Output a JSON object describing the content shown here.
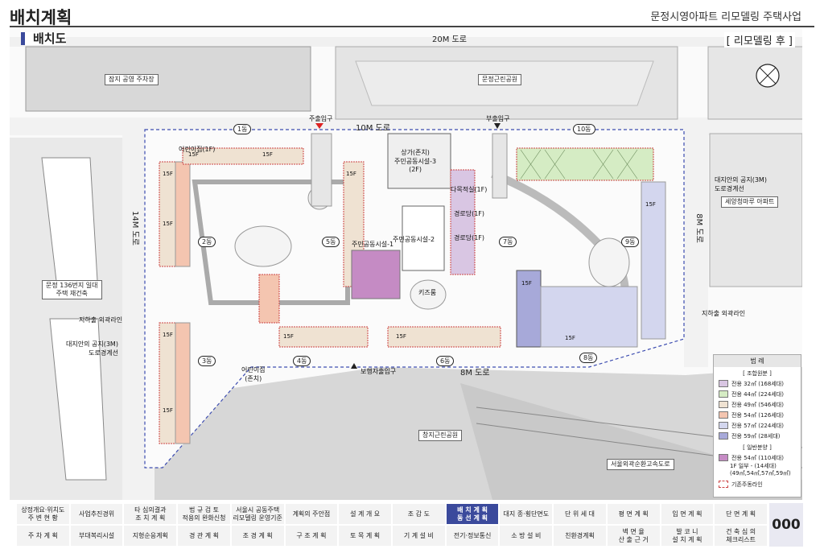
{
  "header": {
    "title": "배치계획",
    "subtitle": "문정시영아파트 리모델링 주택사업"
  },
  "section": {
    "title": "배치도",
    "badge": "[ 리모델링 후 ]"
  },
  "roads": {
    "north20": "20M 도로",
    "north10": "10M 도로",
    "south8": "8M 도로",
    "west14": "14M 도로",
    "east8": "8M 도로"
  },
  "places": {
    "parking": "잠지 공영 주차장",
    "park_north": "문정근린공원",
    "park_south": "창지근린공원",
    "west_area": "문정 136번지 일대\n주택 재건축",
    "east_apt": "세양청마루 아파트",
    "highway": "서울외곽순환고속도로",
    "entrance_main": "주출입구",
    "entrance_sub": "부출입구",
    "entrance_walk": "보행자출입구",
    "commerce": "상가(존치)\n주민공동시설-3\n(2F)",
    "community1": "주민공동시설-1",
    "community2": "주민공동시설-2",
    "playroom": "키즈룸",
    "kinder": "어린이집(1F)",
    "kinder2": "어린이집\n(존치)",
    "facility_a": "다목적실(1F)",
    "facility_b": "경로당(1F)",
    "facility_c": "경로당(1F)",
    "setback_e": "대지안의 공지(3M)\n도로경계선",
    "setback_w": "대지안의 공지(3M)\n도로경계선",
    "underground_w": "지하출 외곽라인",
    "underground_e": "지하출 외곽라인"
  },
  "dong": [
    "1동",
    "2동",
    "3동",
    "4동",
    "5동",
    "6동",
    "7동",
    "8동",
    "9동",
    "10동"
  ],
  "floor": "15F",
  "legend": {
    "title": "범 례",
    "group1": "[ 조합원분 ]",
    "items": [
      {
        "label": "전용 32㎡ (168세대)",
        "color": "#d9c6e3"
      },
      {
        "label": "전용 44㎡ (224세대)",
        "color": "#d5ecc4"
      },
      {
        "label": "전용 49㎡ (546세대)",
        "color": "#efe2d2"
      },
      {
        "label": "전용 54㎡ (126세대)",
        "color": "#f4c5b0"
      },
      {
        "label": "전용 57㎡ (224세대)",
        "color": "#d3d6ee"
      },
      {
        "label": "전용 59㎡ (28세대)",
        "color": "#a7a9d9"
      }
    ],
    "group2": "[ 일반분양 ]",
    "sale": {
      "label": "전용 54㎡ (110세대)",
      "color": "#c58bc4"
    },
    "note1": "1F 일부 - (14세대)",
    "note2": "(49㎡,54㎡,57㎡,59㎡)",
    "boundary": "기존주동라인"
  },
  "nav": [
    {
      "label": "상정개요·위치도\n주 변 현 황"
    },
    {
      "label": "사업추진경위"
    },
    {
      "label": "타 심의결과\n조 치 계 획"
    },
    {
      "label": "법 규 검 토\n적용의 완화신청"
    },
    {
      "label": "서울시 공동주택\n리모델링 운영기준"
    },
    {
      "label": "계획의 주안점"
    },
    {
      "label": "설 계 개 요"
    },
    {
      "label": "조 감 도"
    },
    {
      "label": "배 치 계 획\n동 선 계 획",
      "active": true
    },
    {
      "label": "대지 종·횡단면도"
    },
    {
      "label": "단 위 세 대"
    },
    {
      "label": "평 면 계 획"
    },
    {
      "label": "입 면 계 획"
    },
    {
      "label": "단 면 계 획"
    },
    {
      "label": "주 차 계 획"
    },
    {
      "label": "부대복리시설"
    },
    {
      "label": "지형순응계획"
    },
    {
      "label": "경 관 계 획"
    },
    {
      "label": "조 경 계 획"
    },
    {
      "label": "구 조 계 획"
    },
    {
      "label": "토 목 계 획"
    },
    {
      "label": "기 계 설 비"
    },
    {
      "label": "전기·정보통신"
    },
    {
      "label": "소 방 설 비"
    },
    {
      "label": "친환경계획"
    },
    {
      "label": "벽 면 율\n산 출 근 거"
    },
    {
      "label": "발 코 니\n설 치 계 획"
    },
    {
      "label": "건 축 심 의\n체크리스트"
    }
  ],
  "page_number": "000"
}
